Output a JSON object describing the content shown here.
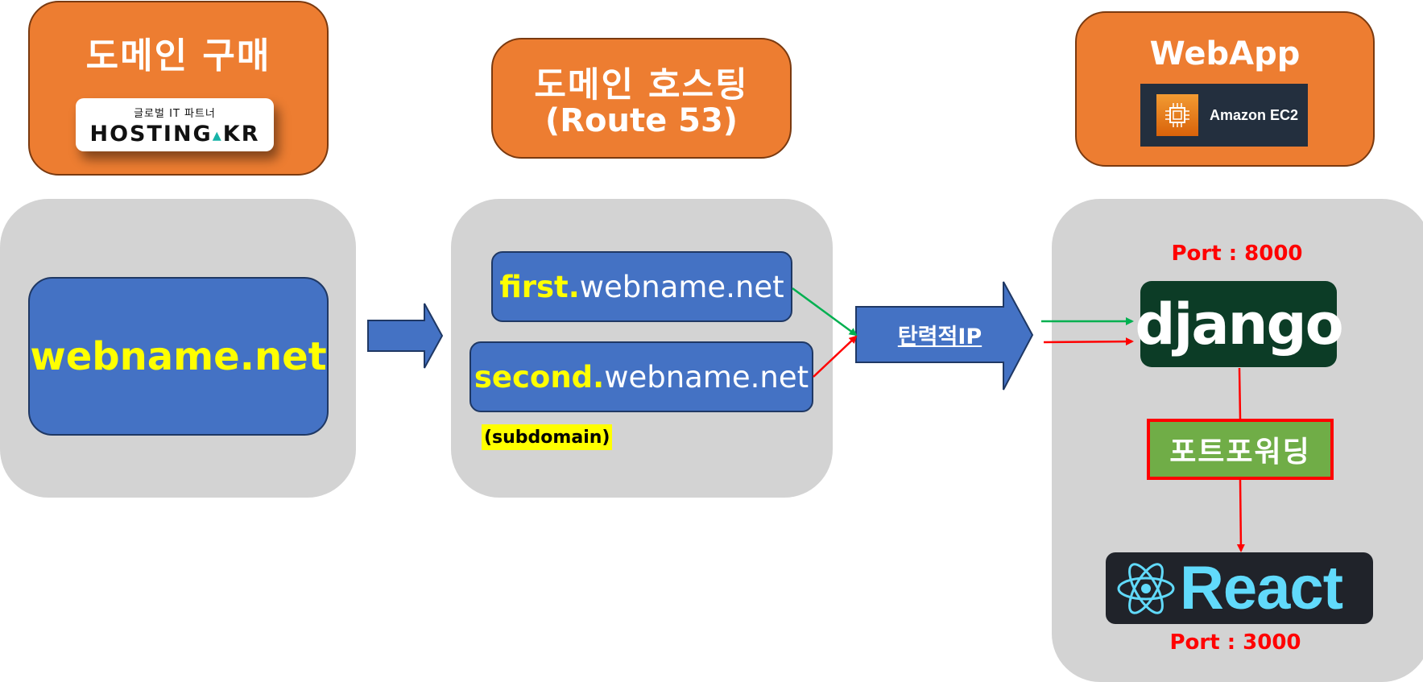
{
  "stages": {
    "domain_purchase": {
      "title": "도메인 구매",
      "logo_tagline": "글로벌 IT 파트너",
      "logo_name_left": "HOSTING",
      "logo_name_right": "KR"
    },
    "domain_hosting": {
      "title_line1": "도메인 호스팅",
      "title_line2": "(Route 53)"
    },
    "webapp": {
      "title": "WebApp",
      "ec2_label": "Amazon EC2"
    }
  },
  "domain": {
    "root": "webname.net",
    "first_prefix": "first.",
    "first_suffix": "webname.net",
    "second_prefix": "second.",
    "second_suffix": "webname.net",
    "subdomain_label": "(subdomain)"
  },
  "elastic_ip": "탄력적IP",
  "server": {
    "port_top": "Port : 8000",
    "django": "django",
    "port_forwarding": "포트포워딩",
    "react": "React",
    "port_bottom": "Port : 3000"
  },
  "colors": {
    "orange": "#ed7d31",
    "blue": "#4472c4",
    "gray": "#d3d3d3",
    "yellow": "#ffff00",
    "green_arrow": "#00b050",
    "red_arrow": "#ff0000",
    "django_bg": "#0c3c26",
    "react_cyan": "#61dafb"
  }
}
